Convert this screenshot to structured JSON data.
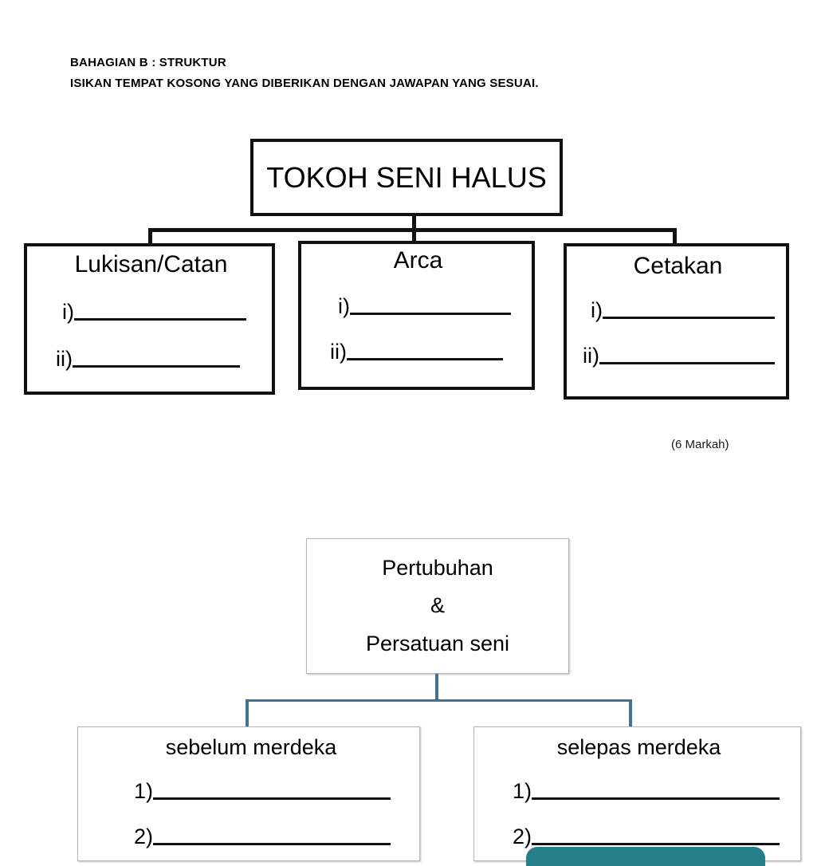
{
  "header": {
    "line1": "BAHAGIAN  B : STRUKTUR",
    "line2": "ISIKAN TEMPAT KOSONG YANG DIBERIKAN DENGAN JAWAPAN YANG SESUAI."
  },
  "diagram_top": {
    "root": {
      "title": "TOKOH SENI HALUS"
    },
    "children": [
      {
        "title": "Lukisan/Catan",
        "blanks": [
          "i)",
          "ii)"
        ]
      },
      {
        "title": "Arca",
        "blanks": [
          "i)",
          "ii)"
        ]
      },
      {
        "title": "Cetakan",
        "blanks": [
          "i)",
          "ii)"
        ]
      }
    ],
    "marks": "(6 Markah)"
  },
  "diagram_bottom": {
    "root": {
      "line1": "Pertubuhan",
      "line2": "&",
      "line3": "Persatuan seni"
    },
    "children": [
      {
        "title": "sebelum merdeka",
        "blanks": [
          "1)",
          "2)"
        ]
      },
      {
        "title": "selepas merdeka",
        "blanks": [
          "1)",
          "2)"
        ]
      }
    ]
  },
  "colors": {
    "stroke_black": "#111111",
    "stroke_blue": "#45738f",
    "accent_teal": "#237f89",
    "box_border_gray": "#b4b4b4"
  }
}
